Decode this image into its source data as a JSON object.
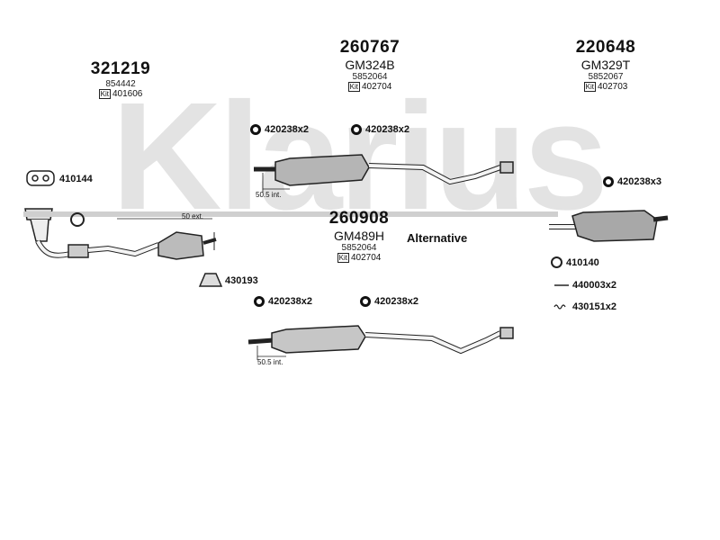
{
  "watermark": {
    "text": "Klarius"
  },
  "parts": {
    "p321219": {
      "number": "321219",
      "sub": "854442",
      "kit_tag": "Kit",
      "kit": "401606"
    },
    "p260767": {
      "number": "260767",
      "code": "GM324B",
      "sub": "5852064",
      "kit_tag": "Kit",
      "kit": "402704"
    },
    "p220648": {
      "number": "220648",
      "code": "GM329T",
      "sub": "5852067",
      "kit_tag": "Kit",
      "kit": "402703"
    },
    "p260908": {
      "number": "260908",
      "code": "GM489H",
      "sub": "5852064",
      "kit_tag": "Kit",
      "kit": "402704"
    }
  },
  "labels": {
    "l410144": "410144",
    "l420238_a": "420238x2",
    "l420238_b": "420238x2",
    "l420238_x3": "420238x3",
    "l430193": "430193",
    "l420238_c": "420238x2",
    "l420238_d": "420238x2",
    "l410140": "410140",
    "l440003": "440003x2",
    "l430151": "430151x2",
    "dim_50ext": "50 ext.",
    "dim_505_top": "50.5 int.",
    "dim_505_bot": "50.5 int.",
    "alternative": "Alternative"
  }
}
